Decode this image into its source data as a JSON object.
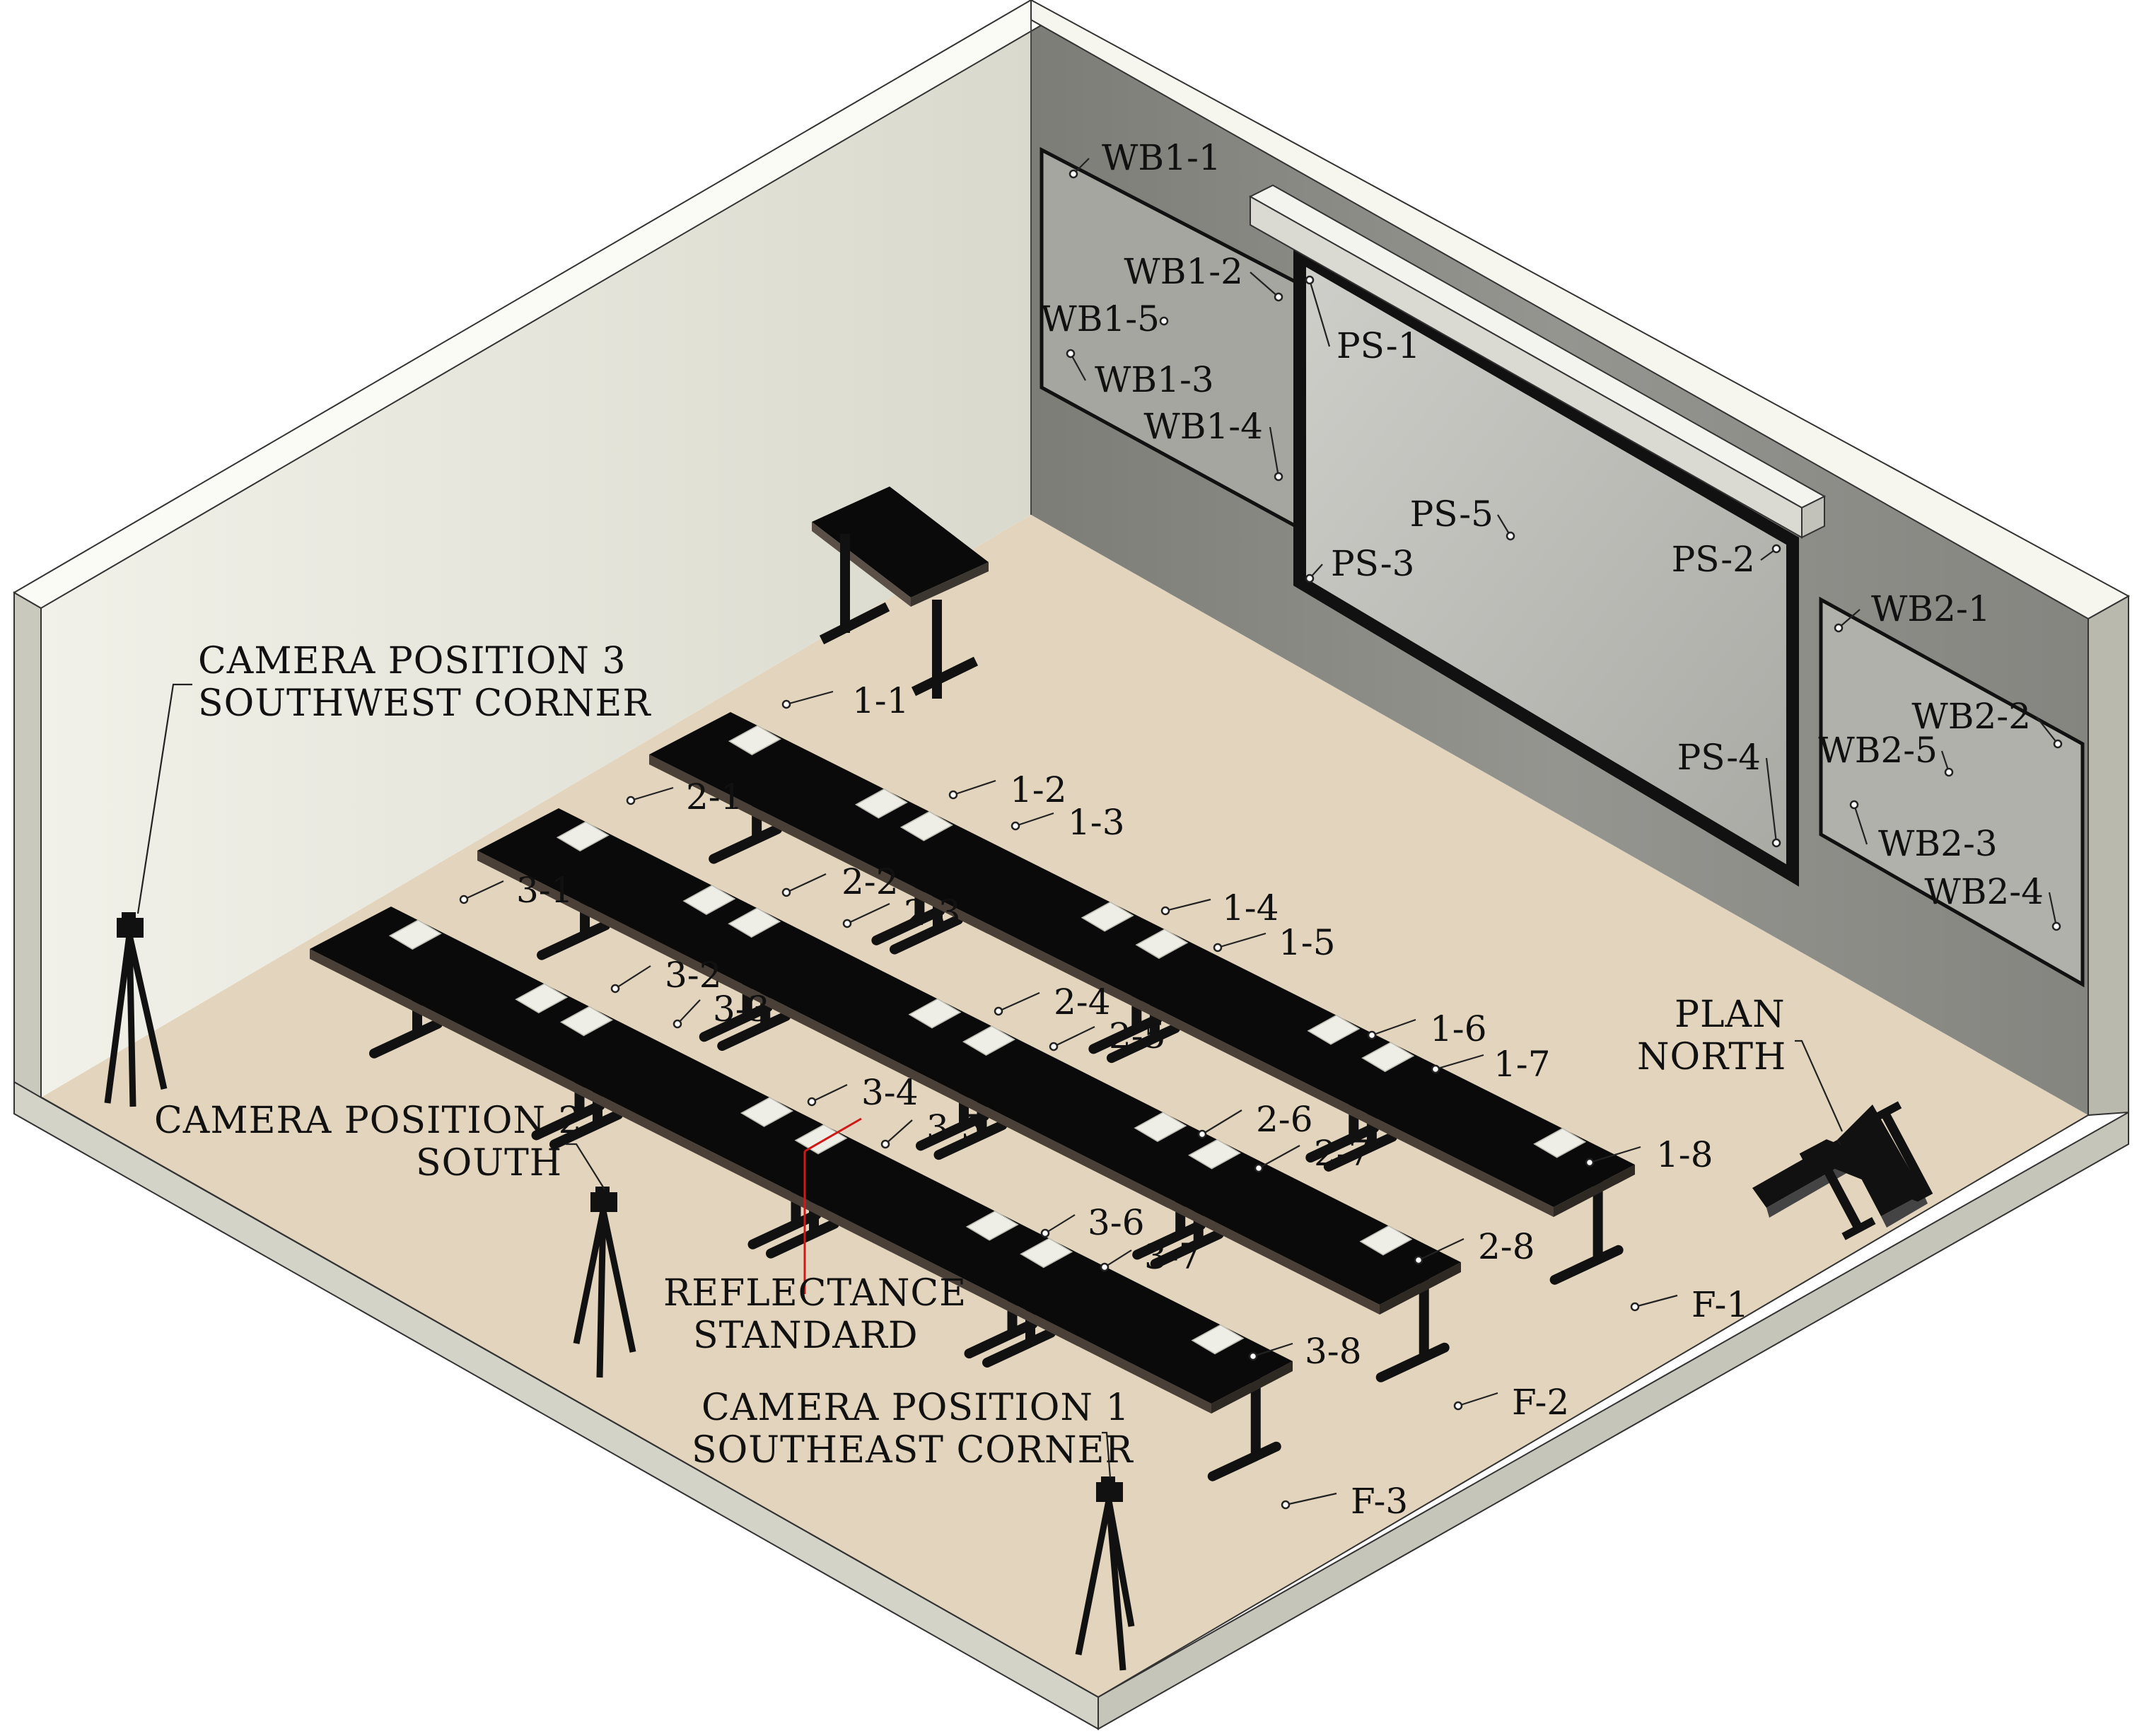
{
  "diagram": {
    "table_row_1": {
      "points": [
        "1-1",
        "1-2",
        "1-3",
        "1-4",
        "1-5",
        "1-6",
        "1-7",
        "1-8"
      ]
    },
    "table_row_2": {
      "points": [
        "2-1",
        "2-2",
        "2-3",
        "2-4",
        "2-5",
        "2-6",
        "2-7",
        "2-8"
      ]
    },
    "table_row_3": {
      "points": [
        "3-1",
        "3-2",
        "3-3",
        "3-4",
        "3-5",
        "3-6",
        "3-7",
        "3-8"
      ]
    },
    "whiteboard_1": {
      "points": [
        "WB1-1",
        "WB1-2",
        "WB1-3",
        "WB1-4",
        "WB1-5"
      ]
    },
    "whiteboard_2": {
      "points": [
        "WB2-1",
        "WB2-2",
        "WB2-3",
        "WB2-4",
        "WB2-5"
      ]
    },
    "projection_screen": {
      "points": [
        "PS-1",
        "PS-2",
        "PS-3",
        "PS-4",
        "PS-5"
      ]
    },
    "floor": {
      "points": [
        "F-1",
        "F-2",
        "F-3"
      ]
    },
    "cameras": [
      {
        "line1": "CAMERA POSITION 1",
        "line2": "SOUTHEAST CORNER"
      },
      {
        "line1": "CAMERA POSITION 2",
        "line2": "SOUTH"
      },
      {
        "line1": "CAMERA POSITION 3",
        "line2": "SOUTHWEST CORNER"
      }
    ],
    "reflectance_standard": {
      "line1": "REFLECTANCE",
      "line2": "STANDARD"
    },
    "plan_north": {
      "line1": "PLAN",
      "line2": "NORTH",
      "glyph": "N"
    },
    "colors": {
      "floor": "#e3d5bd",
      "left_wall": "#e8e8dc",
      "back_wall": "#8a8a84",
      "table": "#0a0a0a",
      "marker_line": "#d01818"
    }
  }
}
